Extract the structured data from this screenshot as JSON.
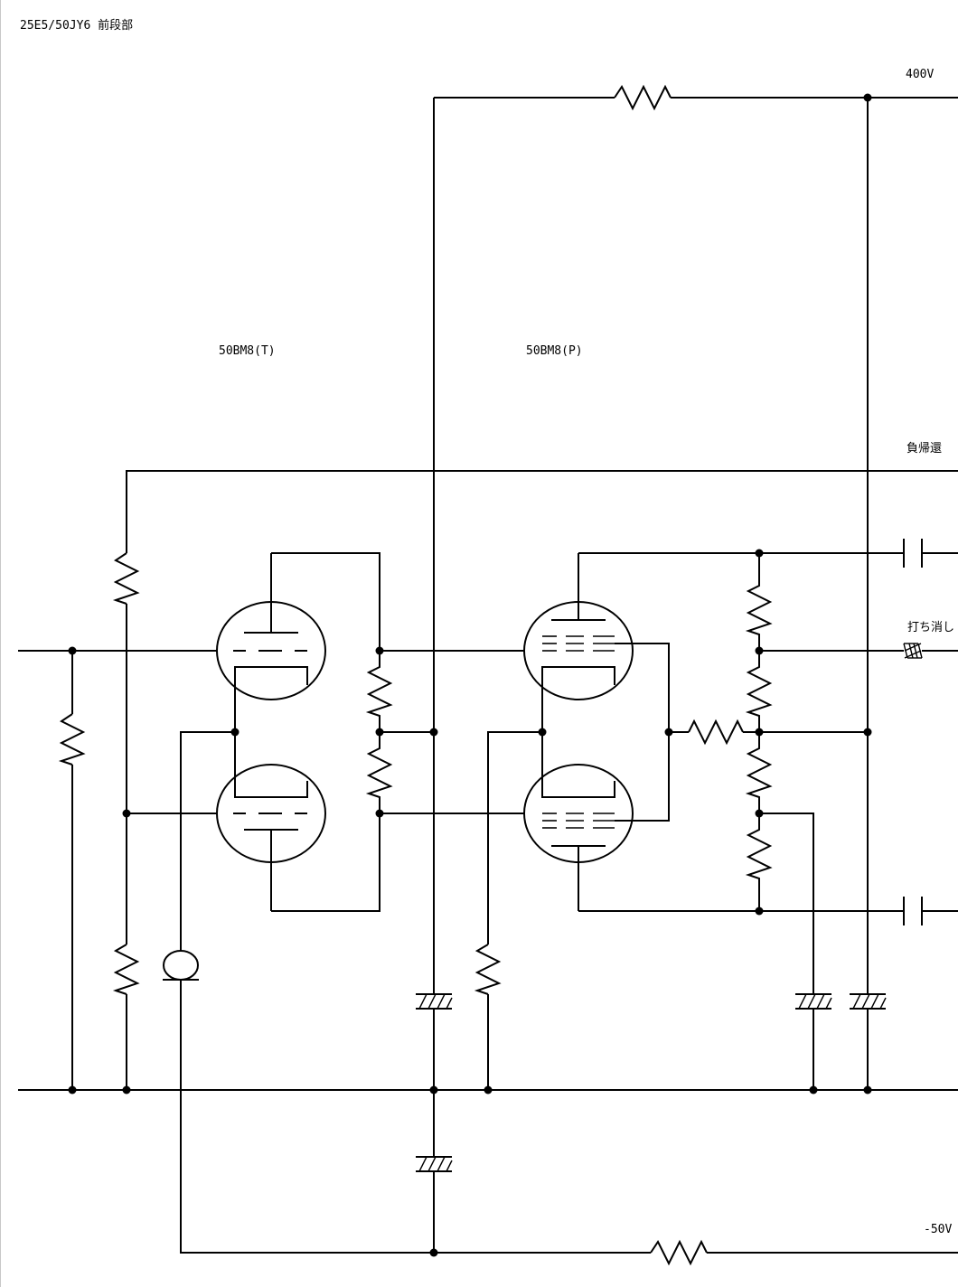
{
  "title": "25E5/50JY6 前段部",
  "labels": {
    "v400": "400V",
    "vneg50": "-50V",
    "feedback": "負帰還",
    "cancel": "打ち消し",
    "tube_t": "50BM8(T)",
    "tube_p": "50BM8(P)"
  },
  "colors": {
    "ink": "#000000",
    "background": "#ffffff"
  }
}
